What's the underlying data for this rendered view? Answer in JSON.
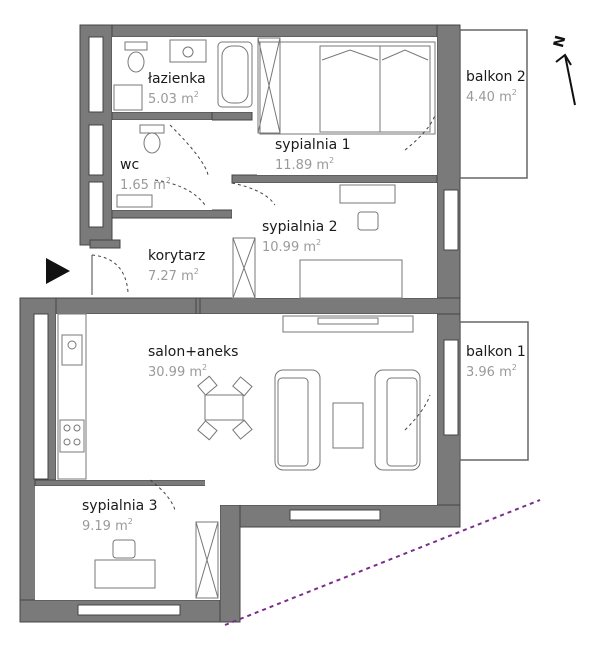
{
  "rooms": {
    "lazienka": {
      "name": "łazienka",
      "area": "5.03 m",
      "unit_sup": "2"
    },
    "wc": {
      "name": "wc",
      "area": "1.65 m",
      "unit_sup": "2"
    },
    "sypialnia1": {
      "name": "sypialnia 1",
      "area": "11.89 m",
      "unit_sup": "2"
    },
    "sypialnia2": {
      "name": "sypialnia 2",
      "area": "10.99 m",
      "unit_sup": "2"
    },
    "korytarz": {
      "name": "korytarz",
      "area": "7.27 m",
      "unit_sup": "2"
    },
    "salon": {
      "name": "salon+aneks",
      "area": "30.99 m",
      "unit_sup": "2"
    },
    "sypialnia3": {
      "name": "sypialnia 3",
      "area": "9.19 m",
      "unit_sup": "2"
    },
    "balkon2": {
      "name": "balkon 2",
      "area": "4.40 m",
      "unit_sup": "2"
    },
    "balkon1": {
      "name": "balkon 1",
      "area": "3.96 m",
      "unit_sup": "2"
    }
  },
  "compass": {
    "label": "N",
    "icon": "north-arrow-icon"
  },
  "entrance": {
    "icon": "entrance-arrow-icon"
  },
  "colors": {
    "wall": "#555555",
    "wall_fill": "#7a7a7a",
    "furniture": "#777777",
    "label_gray": "#9a9a9a",
    "boundary": "#7b2d8e"
  }
}
